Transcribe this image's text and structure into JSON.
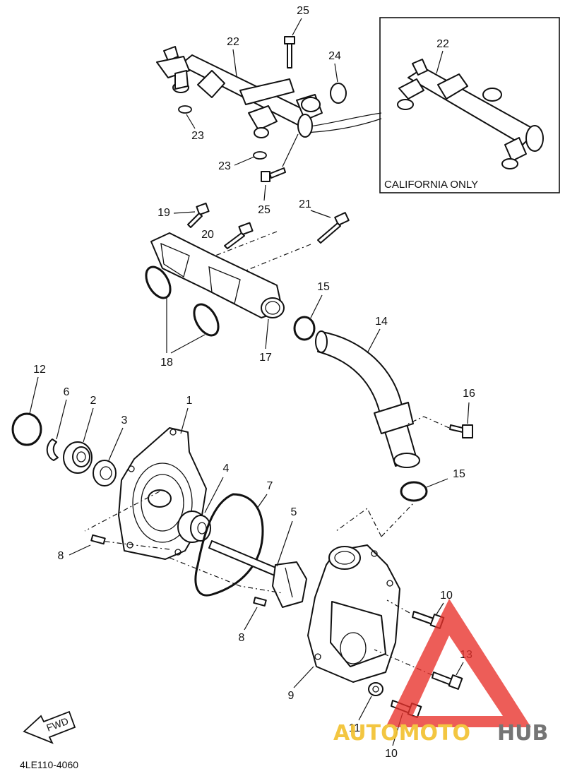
{
  "diagram": {
    "inset_caption": "CALIFORNIA ONLY",
    "drawing_code": "4LE110-4060",
    "fwd_label": "FWD",
    "callouts": {
      "c1": "1",
      "c2": "2",
      "c3": "3",
      "c4": "4",
      "c5": "5",
      "c6": "6",
      "c7": "7",
      "c8a": "8",
      "c8b": "8",
      "c9": "9",
      "c10a": "10",
      "c10b": "10",
      "c11": "11",
      "c12": "12",
      "c13": "13",
      "c14": "14",
      "c15a": "15",
      "c15b": "15",
      "c16": "16",
      "c17": "17",
      "c18": "18",
      "c19": "19",
      "c20": "20",
      "c21": "21",
      "c22a": "22",
      "c22b": "22",
      "c23a": "23",
      "c23b": "23",
      "c24": "24",
      "c25a": "25",
      "c25b": "25"
    }
  },
  "watermark": {
    "part1": "AUTOMOTO",
    "part2": "HUB",
    "colors": {
      "triangle": "#e8302a",
      "part1": "#f2c231",
      "part2": "#6a6a6a"
    }
  }
}
